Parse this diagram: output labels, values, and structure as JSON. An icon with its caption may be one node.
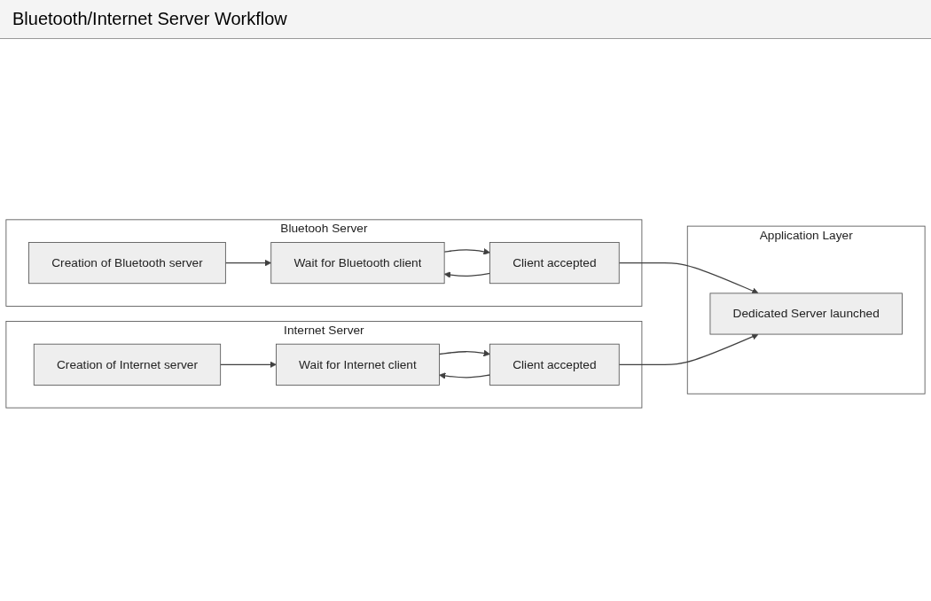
{
  "diagram": {
    "title": "Bluetooth/Internet Server Workflow",
    "nodes": [
      {
        "text": [
          "Bluetooh Server"
        ]
      },
      {
        "text": [
          "Creation of Bluetooth server"
        ],
        "in": 0
      },
      {
        "text": [
          "Wait for Bluetooth client"
        ],
        "in": 0
      },
      {
        "text": [
          "Client accepted"
        ],
        "in": 0
      },
      {
        "text": [
          "Application Layer"
        ]
      },
      {
        "text": [
          "Dedicated Server launched"
        ],
        "in": 4
      },
      {
        "text": [
          "Internet Server"
        ]
      },
      {
        "text": [
          "Creation of Internet server"
        ],
        "in": 6
      },
      {
        "text": [
          "Wait for Internet client"
        ],
        "in": 6
      },
      {
        "text": [
          "Client accepted"
        ],
        "in": 6
      }
    ],
    "edges": [
      {
        "from": 1,
        "to": 2,
        "arrow": "to"
      },
      {
        "from": 2,
        "to": 3,
        "arrow": "to"
      },
      {
        "from": 3,
        "to": 2,
        "arrow": "to"
      },
      {
        "from": 3,
        "to": 5,
        "arrow": "to"
      },
      {
        "from": 7,
        "to": 8,
        "arrow": "to"
      },
      {
        "from": 8,
        "to": 9,
        "arrow": "to"
      },
      {
        "from": 9,
        "to": 8,
        "arrow": "to"
      },
      {
        "from": 9,
        "to": 5,
        "arrow": "to"
      }
    ]
  }
}
